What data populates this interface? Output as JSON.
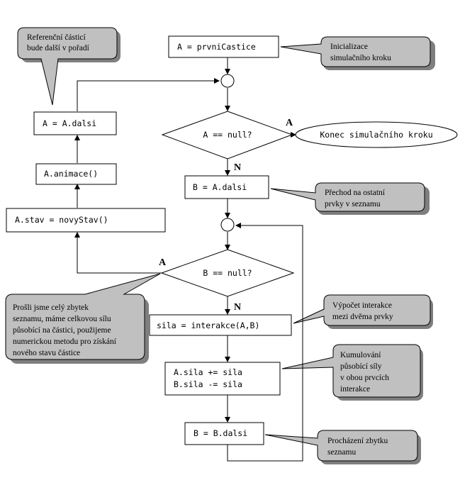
{
  "flow": {
    "start": "A = prvniCastice",
    "cond_a": "A == null?",
    "end": "Konec simulačního kroku",
    "set_b": "B = A.dalsi",
    "cond_b": "B == null?",
    "force": "sila = interakce(A,B)",
    "accum_1": "A.sila += sila",
    "accum_2": "B.sila -= sila",
    "next_b": "B = B.dalsi",
    "state": "A.stav = novyStav()",
    "anim": "A.animace()",
    "next_a": "A = A.dalsi",
    "label_yes_1": "A",
    "label_no_1": "N",
    "label_yes_2": "A",
    "label_no_2": "N"
  },
  "notes": {
    "next_particle": [
      "Referenční částicí",
      "bude další v pořadí"
    ],
    "init": [
      "Inicializace",
      "simulačního kroku"
    ],
    "move_on": [
      "Přechod na ostatní",
      "prvky v seznamu"
    ],
    "whole_list": [
      "Prošli jsme celý zbytek",
      "seznamu, máme celkovou sílu",
      "působící na částici, použijeme",
      "numerickou metodu pro získání",
      "nového stavu částice"
    ],
    "interaction": [
      "Výpočet interakce",
      "mezi dvěma prvky"
    ],
    "cumulate": [
      "Kumulování",
      "působící síly",
      "v obou prvcích",
      "interakce"
    ],
    "rest": [
      "Procházení zbytku",
      "seznamu"
    ]
  }
}
